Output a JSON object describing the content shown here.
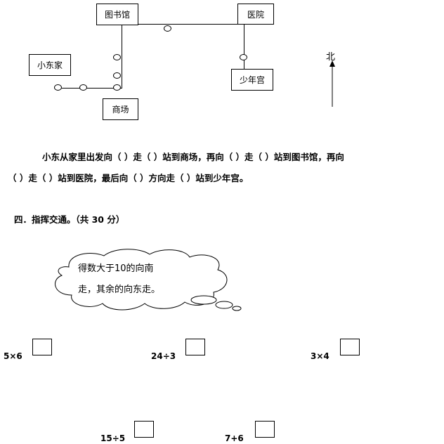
{
  "map": {
    "library": "图书馆",
    "hospital": "医院",
    "home": "小东家",
    "mall": "商场",
    "youth_palace": "少年宫",
    "north": "北"
  },
  "question": {
    "line1": "小东从家里出发向（  ）走（  ）站到商场，再向（  ）走（  ）站到图书馆，再向",
    "line2": "（   ）走（    ）站到医院，最后向（     ）方向走（      ）站到少年宫。"
  },
  "section4": {
    "heading": "四．指挥交通。（共 30 分）",
    "cloud_line1": "得数大于10的向南",
    "cloud_line2": "走，其余的向东走。"
  },
  "expressions": [
    "5×6",
    "24÷3",
    "3×4",
    "15÷5",
    "7+6"
  ]
}
